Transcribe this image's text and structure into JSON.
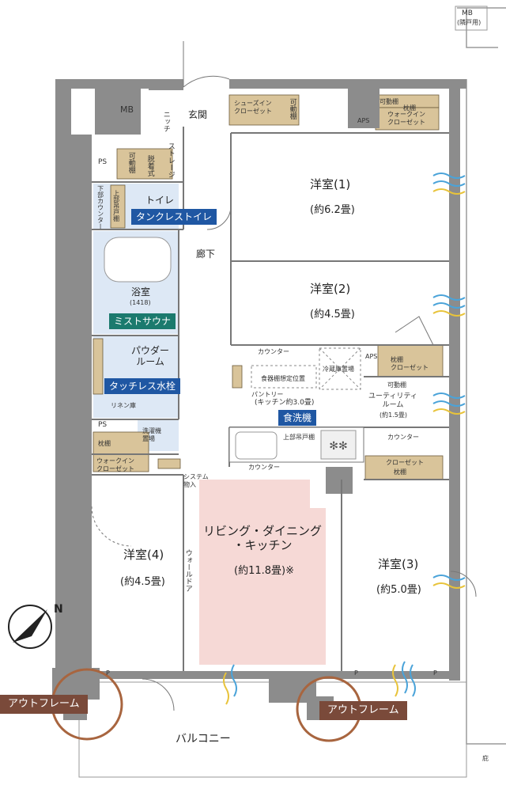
{
  "labels": {
    "mb_top": "MB",
    "mb_top_sub": "(隣戸用)",
    "mb_left": "MB",
    "ps_1": "PS",
    "ps_2": "PS",
    "aps_1": "APS",
    "aps_2": "APS",
    "niche": "ニッチ",
    "genkan": "玄関",
    "shoes_closet": "シューズイン\nクローゼット",
    "movable_shelf_1": "可動棚",
    "movable_shelf_2": "可動棚",
    "movable_shelf_3": "可動棚",
    "movable_shelf_4": "可動棚",
    "pillow_shelf_1": "枕棚",
    "pillow_shelf_2": "枕棚",
    "pillow_shelf_3": "枕棚",
    "pillow_shelf_4": "枕棚",
    "walkin_closet_1": "ウォークイン\nクローゼット",
    "walkin_closet_2": "ウォークイン\nクローゼット",
    "storage": "ストレージ",
    "detachable": "脱着式",
    "lower_counter": "下部カウンター",
    "upper_cabinet": "上部吊戸棚",
    "toilet": "トイレ",
    "hallway": "廊下",
    "bath": "浴室",
    "bath_size": "(1418)",
    "powder_room": "パウダー\nルーム",
    "linen": "リネン庫",
    "washer": "洗濯機\n置場",
    "counter_1": "カウンター",
    "counter_2": "カウンター",
    "counter_3": "カウンター",
    "dish_shelf": "食器棚想定位置",
    "fridge": "冷蔵庫置場",
    "pantry": "パントリー",
    "kitchen_area": "(キッチン約3.0畳)",
    "upper_cabinet_2": "上部吊戸棚",
    "closet_pillow": "枕棚\nクローゼット",
    "closet": "クローゼット",
    "utility": "ユーティリティ\nルーム",
    "utility_area": "(約1.5畳)",
    "system_storage": "システム\n物入",
    "wall_door": "ウォールドア",
    "balcony": "バルコニー",
    "p_mark": "P",
    "bottom_mark": "庇"
  },
  "rooms": {
    "western_1": {
      "name": "洋室(1)",
      "area": "(約6.2畳)"
    },
    "western_2": {
      "name": "洋室(2)",
      "area": "(約4.5畳)"
    },
    "western_3": {
      "name": "洋室(3)",
      "area": "(約5.0畳)"
    },
    "western_4": {
      "name": "洋室(4)",
      "area": "(約4.5畳)"
    },
    "ldk": {
      "name": "リビング・ダイニング\n・キッチン",
      "area": "(約11.8畳)※"
    }
  },
  "badges": {
    "tankless_toilet": "タンクレストイレ",
    "mist_sauna": "ミストサウナ",
    "touchless_faucet": "タッチレス水栓",
    "dishwasher": "食洗機"
  },
  "outframe": {
    "left": "アウトフレーム",
    "right": "アウトフレーム"
  },
  "compass": "N",
  "colors": {
    "wall": "#8c8c8c",
    "ldk_fill": "#f6d9d6",
    "wet_area": "#dde8f5",
    "storage": "#d9c49a",
    "badge_blue": "#1f57a3",
    "badge_teal": "#1b7a6e",
    "outframe_fill": "#7a4a3a",
    "outframe_ring": "#a8653f"
  }
}
